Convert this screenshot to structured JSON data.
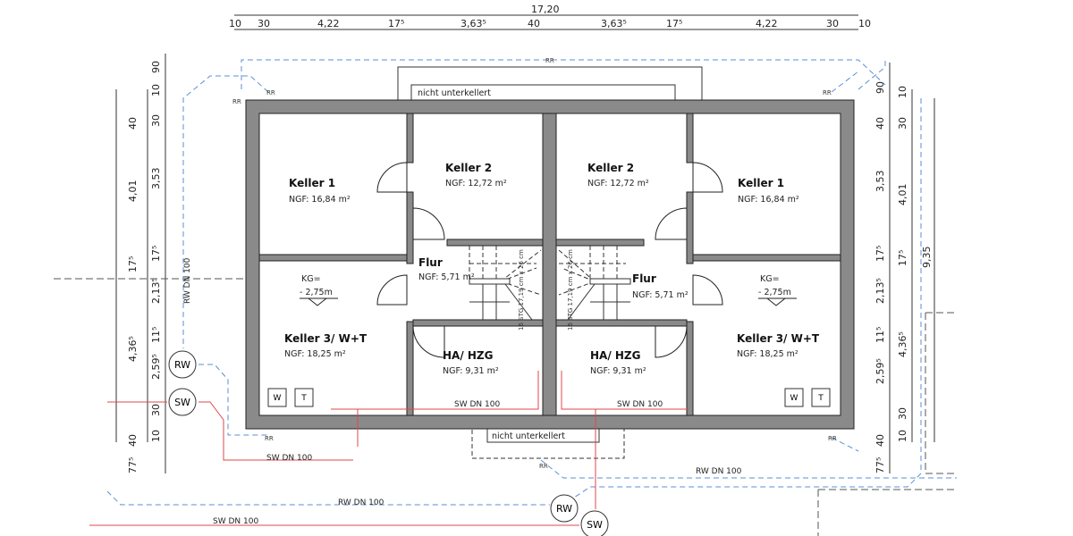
{
  "dimensions": {
    "total_width": "17,20",
    "top": [
      "10",
      "30",
      "4,22",
      "17⁵",
      "3,63⁵",
      "40",
      "3,63⁵",
      "17⁵",
      "4,22",
      "30",
      "10"
    ],
    "left_outer": [
      "40",
      "17⁵",
      "4,36⁵",
      "40"
    ],
    "left_inner": [
      "90",
      "10",
      "30",
      "3,53",
      "17⁵",
      "2,13⁵",
      "11⁵",
      "2,59⁵",
      "30",
      "10",
      "77⁵"
    ],
    "left_total": "4,01",
    "right_outer": [
      "90",
      "40",
      "3,53",
      "17⁵",
      "2,13⁵",
      "11⁵",
      "2,59⁵",
      "40",
      "77⁵"
    ],
    "right_inner": [
      "10",
      "30",
      "4,01",
      "17⁵",
      "4,36⁵",
      "30",
      "10"
    ],
    "right_total": "9,35"
  },
  "rooms": {
    "keller1_left": {
      "name": "Keller 1",
      "area": "NGF: 16,84 m²"
    },
    "keller2_left": {
      "name": "Keller 2",
      "area": "NGF: 12,72 m²"
    },
    "keller2_right": {
      "name": "Keller 2",
      "area": "NGF: 12,72 m²"
    },
    "keller1_right": {
      "name": "Keller 1",
      "area": "NGF: 16,84 m²"
    },
    "flur_left": {
      "name": "Flur",
      "area": "NGF: 5,71 m²"
    },
    "flur_right": {
      "name": "Flur",
      "area": "NGF: 5,71 m²"
    },
    "keller3_left": {
      "name": "Keller 3/ W+T",
      "area": "NGF:   18,25 m²"
    },
    "keller3_right": {
      "name": "Keller 3/ W+T",
      "area": "NGF:   18,25 m²"
    },
    "ha_left": {
      "name": "HA/ HZG",
      "area": "NGF: 9,31 m²"
    },
    "ha_right": {
      "name": "HA/ HZG",
      "area": "NGF: 9,31 m²"
    }
  },
  "levels": {
    "label": "KG=",
    "value": "- 2,75m"
  },
  "stairs": "16 STG 17,19 cm x 26 cm",
  "annotations": {
    "not_basement": "nicht unterkellert",
    "rr": "RR",
    "rw_pipe": "RW DN 100",
    "sw_pipe": "SW DN 100",
    "rw": "RW",
    "sw": "SW",
    "washer": "W",
    "dryer": "T"
  },
  "colors": {
    "wall": "#8a8a8a",
    "rainwater": "#5b8fd6",
    "sewage": "#e0474c"
  }
}
